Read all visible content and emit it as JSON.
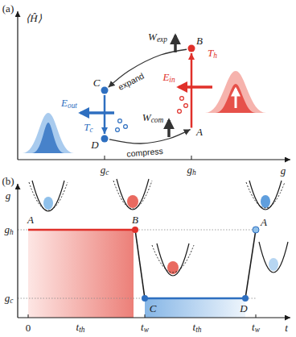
{
  "diagram": {
    "nodes": [
      {
        "text": [
          "A"
        ]
      },
      {
        "text": [
          "B"
        ]
      },
      {
        "text": [
          "C"
        ]
      },
      {
        "text": [
          "D"
        ]
      }
    ],
    "edges": [
      {
        "from": 0,
        "to": 1,
        "arrow": "to"
      },
      {
        "from": 1,
        "to": 2,
        "label": "expand",
        "arrow": "to"
      },
      {
        "from": 2,
        "to": 3,
        "arrow": "to"
      },
      {
        "from": 3,
        "to": 0,
        "label": "compress",
        "arrow": "to"
      }
    ],
    "labels": [
      "(a)",
      "⟨Ĥ⟩",
      "Wexp",
      "Ein",
      "Th",
      "Eout",
      "Tc",
      "Wcom",
      "gc",
      "gh",
      "g",
      "(b)",
      "g",
      "gh",
      "gc",
      "A",
      "B",
      "C",
      "D",
      "A",
      "0",
      "tth",
      "tw",
      "tth",
      "tw",
      "t"
    ]
  }
}
